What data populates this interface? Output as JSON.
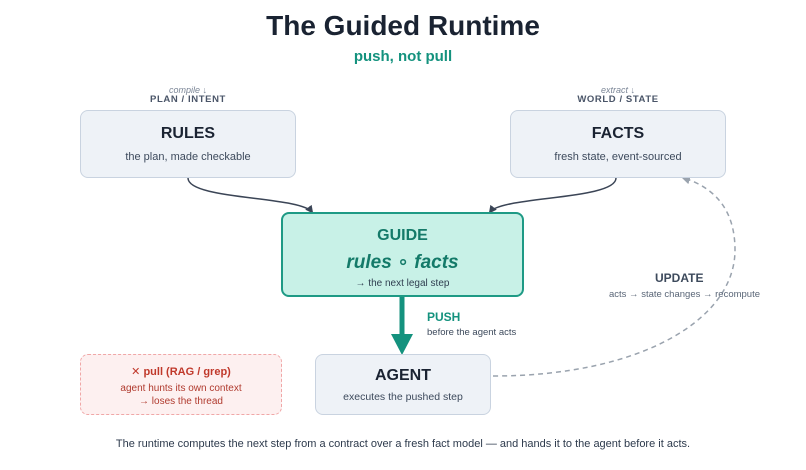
{
  "header": {
    "title": "The Guided Runtime",
    "subtitle": "push, not pull"
  },
  "rules": {
    "hint": "compile ↓",
    "caption": "PLAN / INTENT",
    "title": "RULES",
    "subtitle": "the plan, made checkable"
  },
  "facts": {
    "hint": "extract ↓",
    "caption": "WORLD / STATE",
    "title": "FACTS",
    "subtitle": "fresh state, event-sourced"
  },
  "guide": {
    "title": "GUIDE",
    "formula": "rules ∘ facts",
    "subtitle": "→ the next legal step"
  },
  "push": {
    "label": "PUSH",
    "subtitle": "before the agent acts"
  },
  "update": {
    "label": "UPDATE",
    "subtitle": "acts → state changes → recompute"
  },
  "agent": {
    "title": "AGENT",
    "subtitle": "executes the pushed step"
  },
  "pull": {
    "title": "✕ pull (RAG / grep)",
    "line1": "agent hunts its own context",
    "line2": "→ loses the thread"
  },
  "footer": {
    "text": "The runtime computes the next step from a contract over a fresh fact model — and hands it to the agent before it acts."
  },
  "colors": {
    "accent": "#14927e",
    "guide_fill": "#c8f1e7",
    "box_fill": "#eef2f7",
    "pull_red": "#c0392b",
    "wire_dark": "#3b4556",
    "wire_dashed": "#9aa3ae"
  }
}
